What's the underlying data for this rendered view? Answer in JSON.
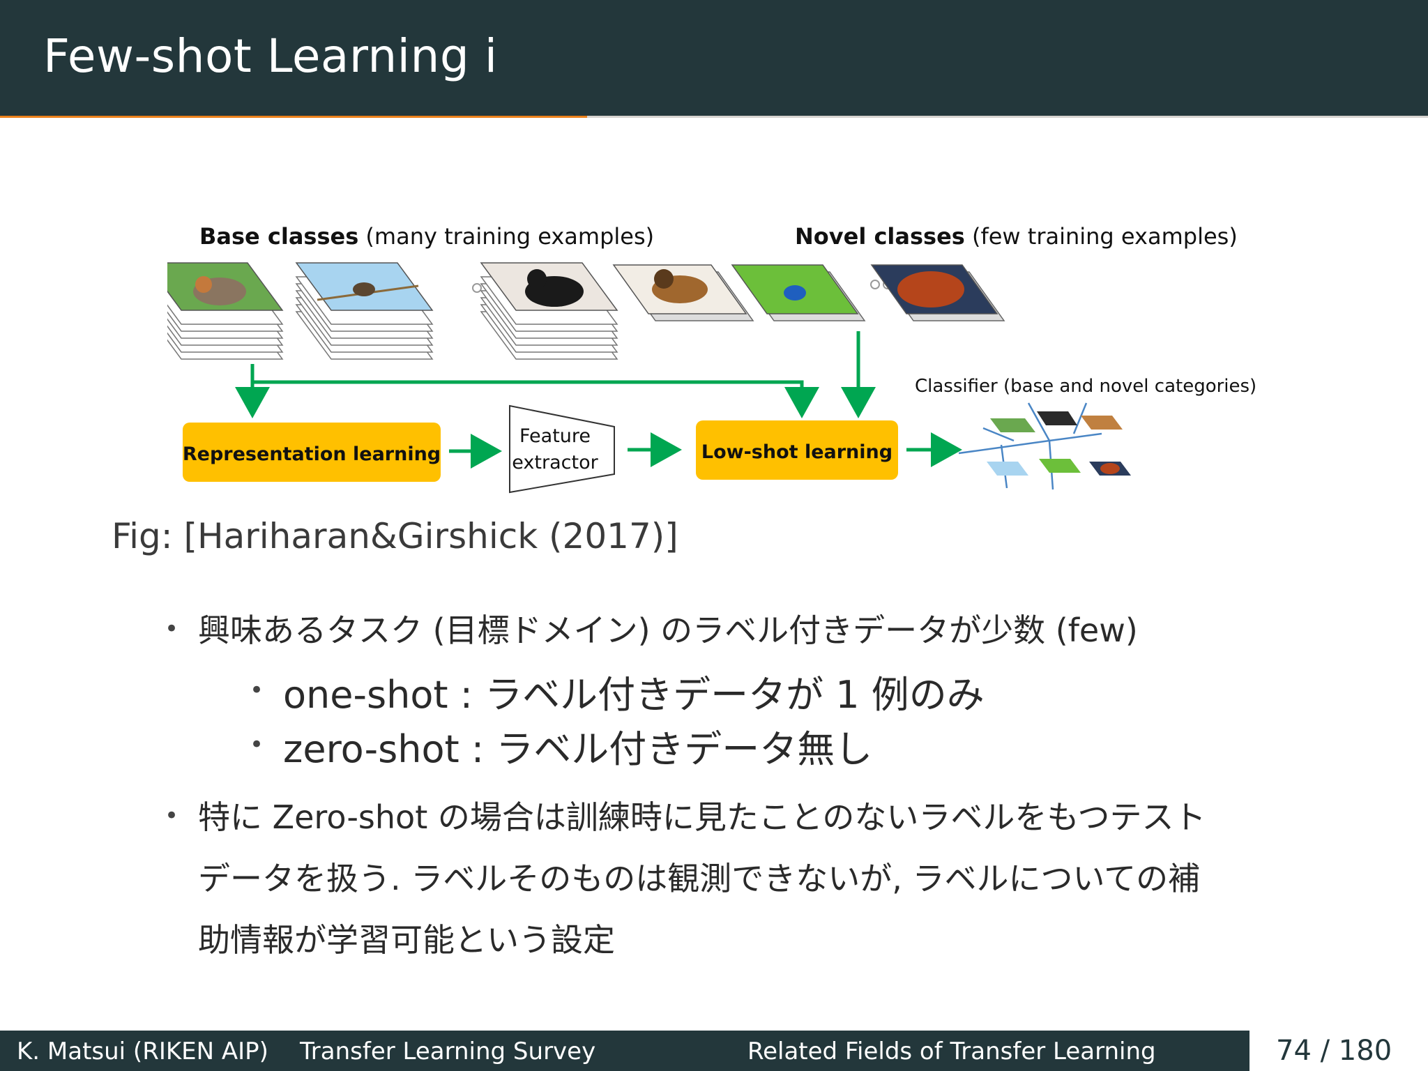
{
  "slide": {
    "title": "Few-shot Learning i",
    "progress_fraction": 0.411
  },
  "figure": {
    "base_header_bold": "Base classes",
    "base_header_rest": " (many training examples)",
    "novel_header_bold": "Novel classes",
    "novel_header_rest": " (few training examples)",
    "classifier_label": "Classifier (base and novel categories)",
    "box_representation": "Representation learning",
    "box_feature_line1": "Feature",
    "box_feature_line2": "extractor",
    "box_lowshot": "Low-shot learning",
    "colors": {
      "arrow": "#00a651",
      "box": "#ffc000",
      "sky": "#a8d4f0",
      "grass": "#6cbf3a"
    }
  },
  "caption": "Fig: [Hariharan&Girshick (2017)]",
  "bullets": [
    "興味あるタスク (目標ドメイン) のラベル付きデータが少数 (few)",
    "one-shot : ラベル付きデータが 1 例のみ",
    "zero-shot : ラベル付きデータ無し",
    "特に Zero-shot の場合は訓練時に見たことのないラベルをもつテスト",
    "データを扱う. ラベルそのものは観測できないが, ラベルについての補",
    "助情報が学習可能という設定"
  ],
  "footer": {
    "author": "K. Matsui (RIKEN AIP)",
    "talk": "Transfer Learning Survey",
    "section": "Related Fields of Transfer Learning",
    "page": "74 / 180"
  }
}
